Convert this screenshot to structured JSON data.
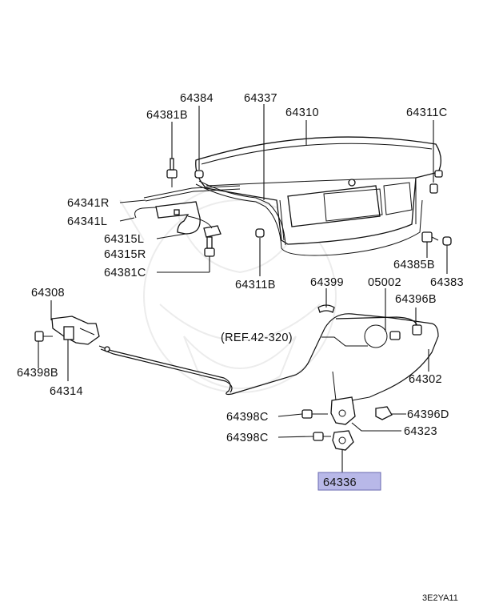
{
  "labels": {
    "p64384": "64384",
    "p64337": "64337",
    "p64310": "64310",
    "p64311C": "64311C",
    "p64381B": "64381B",
    "p64341R": "64341R",
    "p64341L": "64341L",
    "p64315L": "64315L",
    "p64315R": "64315R",
    "p64381C": "64381C",
    "p64311B": "64311B",
    "p64385B": "64385B",
    "p64383": "64383",
    "p64308": "64308",
    "p64399": "64399",
    "p05002": "05002",
    "p64396B": "64396B",
    "ref": "(REF.42-320)",
    "p64398B": "64398B",
    "p64314": "64314",
    "p64302": "64302",
    "p64398C_a": "64398C",
    "p64396D": "64396D",
    "p64323": "64323",
    "p64398C_b": "64398C",
    "p64336": "64336"
  },
  "highlight": {
    "part": "64336",
    "color": "#b8b8e8"
  },
  "footer": {
    "code": "3E2YA11"
  }
}
